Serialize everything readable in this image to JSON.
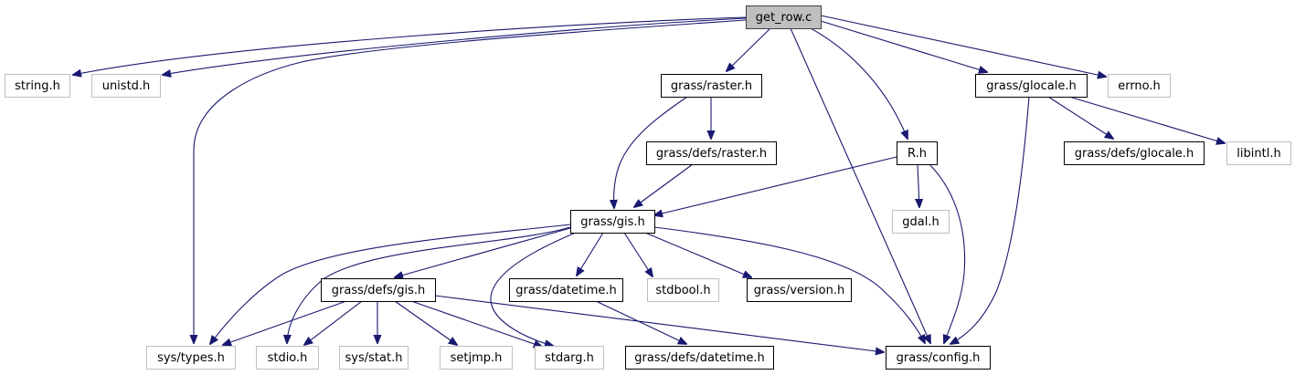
{
  "title": "get_row.c include dependency graph",
  "colors": {
    "edge": "#191970",
    "root_fill": "#bfbfbf",
    "root_border": "#404040",
    "documented_border": "#000000",
    "external_border": "#bfbfbf",
    "node_fill": "#ffffff"
  },
  "nodes": [
    {
      "id": "get_row_c",
      "label": "get_row.c",
      "kind": "root"
    },
    {
      "id": "string_h",
      "label": "string.h",
      "kind": "external"
    },
    {
      "id": "unistd_h",
      "label": "unistd.h",
      "kind": "external"
    },
    {
      "id": "grass_raster_h",
      "label": "grass/raster.h",
      "kind": "documented"
    },
    {
      "id": "grass_glocale_h",
      "label": "grass/glocale.h",
      "kind": "documented"
    },
    {
      "id": "errno_h",
      "label": "errno.h",
      "kind": "external"
    },
    {
      "id": "grass_defs_raster_h",
      "label": "grass/defs/raster.h",
      "kind": "documented"
    },
    {
      "id": "R_h",
      "label": "R.h",
      "kind": "documented"
    },
    {
      "id": "grass_defs_glocale_h",
      "label": "grass/defs/glocale.h",
      "kind": "documented"
    },
    {
      "id": "libintl_h",
      "label": "libintl.h",
      "kind": "external"
    },
    {
      "id": "grass_gis_h",
      "label": "grass/gis.h",
      "kind": "documented"
    },
    {
      "id": "gdal_h",
      "label": "gdal.h",
      "kind": "external"
    },
    {
      "id": "grass_defs_gis_h",
      "label": "grass/defs/gis.h",
      "kind": "documented"
    },
    {
      "id": "grass_datetime_h",
      "label": "grass/datetime.h",
      "kind": "documented"
    },
    {
      "id": "stdbool_h",
      "label": "stdbool.h",
      "kind": "external"
    },
    {
      "id": "grass_version_h",
      "label": "grass/version.h",
      "kind": "documented"
    },
    {
      "id": "sys_types_h",
      "label": "sys/types.h",
      "kind": "external"
    },
    {
      "id": "stdio_h",
      "label": "stdio.h",
      "kind": "external"
    },
    {
      "id": "sys_stat_h",
      "label": "sys/stat.h",
      "kind": "external"
    },
    {
      "id": "setjmp_h",
      "label": "setjmp.h",
      "kind": "external"
    },
    {
      "id": "stdarg_h",
      "label": "stdarg.h",
      "kind": "external"
    },
    {
      "id": "grass_defs_datetime_h",
      "label": "grass/defs/datetime.h",
      "kind": "documented"
    },
    {
      "id": "grass_config_h",
      "label": "grass/config.h",
      "kind": "documented"
    }
  ],
  "edges": [
    {
      "from": "get_row_c",
      "to": "string_h"
    },
    {
      "from": "get_row_c",
      "to": "unistd_h"
    },
    {
      "from": "get_row_c",
      "to": "sys_types_h"
    },
    {
      "from": "get_row_c",
      "to": "grass_raster_h"
    },
    {
      "from": "get_row_c",
      "to": "grass_config_h"
    },
    {
      "from": "get_row_c",
      "to": "R_h"
    },
    {
      "from": "get_row_c",
      "to": "grass_glocale_h"
    },
    {
      "from": "get_row_c",
      "to": "errno_h"
    },
    {
      "from": "grass_raster_h",
      "to": "grass_gis_h"
    },
    {
      "from": "grass_raster_h",
      "to": "grass_defs_raster_h"
    },
    {
      "from": "grass_defs_raster_h",
      "to": "grass_gis_h"
    },
    {
      "from": "R_h",
      "to": "grass_gis_h"
    },
    {
      "from": "R_h",
      "to": "gdal_h"
    },
    {
      "from": "R_h",
      "to": "grass_config_h"
    },
    {
      "from": "grass_glocale_h",
      "to": "grass_config_h"
    },
    {
      "from": "grass_glocale_h",
      "to": "grass_defs_glocale_h"
    },
    {
      "from": "grass_glocale_h",
      "to": "libintl_h"
    },
    {
      "from": "grass_gis_h",
      "to": "sys_types_h"
    },
    {
      "from": "grass_gis_h",
      "to": "stdio_h"
    },
    {
      "from": "grass_gis_h",
      "to": "grass_defs_gis_h"
    },
    {
      "from": "grass_gis_h",
      "to": "stdarg_h"
    },
    {
      "from": "grass_gis_h",
      "to": "grass_datetime_h"
    },
    {
      "from": "grass_gis_h",
      "to": "stdbool_h"
    },
    {
      "from": "grass_gis_h",
      "to": "grass_version_h"
    },
    {
      "from": "grass_gis_h",
      "to": "grass_config_h"
    },
    {
      "from": "grass_defs_gis_h",
      "to": "sys_types_h"
    },
    {
      "from": "grass_defs_gis_h",
      "to": "stdio_h"
    },
    {
      "from": "grass_defs_gis_h",
      "to": "sys_stat_h"
    },
    {
      "from": "grass_defs_gis_h",
      "to": "setjmp_h"
    },
    {
      "from": "grass_defs_gis_h",
      "to": "stdarg_h"
    },
    {
      "from": "grass_defs_gis_h",
      "to": "grass_config_h"
    },
    {
      "from": "grass_datetime_h",
      "to": "grass_defs_datetime_h"
    }
  ]
}
